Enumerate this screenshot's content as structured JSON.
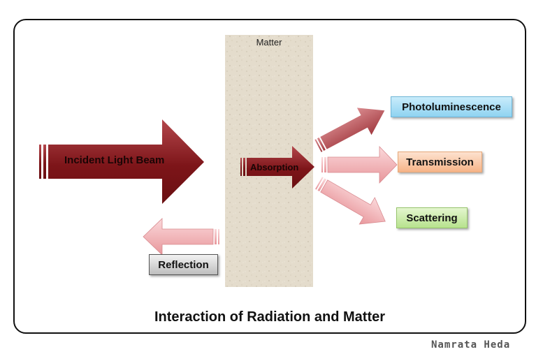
{
  "diagram": {
    "matter_label": "Matter",
    "incident_label": "Incident Light Beam",
    "absorption_label": "Absorption",
    "outputs": {
      "photoluminescence": "Photoluminescence",
      "transmission": "Transmission",
      "scattering": "Scattering",
      "reflection": "Reflection"
    },
    "title": "Interaction of Radiation and Matter",
    "author": "Namrata Heda"
  },
  "colors": {
    "dark_red": "#8b1f22",
    "medium_red": "#b5555a",
    "light_pink": "#f2b3b6",
    "matter_beige": "#e4dccc",
    "photo_blue": "#8fd3f1",
    "trans_orange": "#f6b488",
    "scatter_green": "#b7e28d",
    "reflect_gray": "#bdbdbd"
  }
}
